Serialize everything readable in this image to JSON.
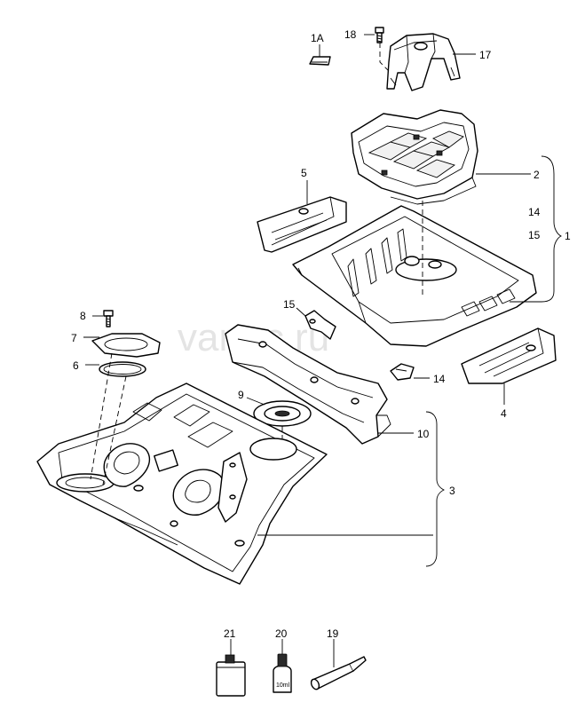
{
  "watermark": "vartec.ru",
  "callouts": {
    "c1A": "1A",
    "c18": "18",
    "c17": "17",
    "c2": "2",
    "c5": "5",
    "c14a": "14",
    "c15a": "15",
    "c1": "1",
    "c15b": "15",
    "c8": "8",
    "c7": "7",
    "c6": "6",
    "c14b": "14",
    "c4": "4",
    "c9": "9",
    "c10": "10",
    "c3": "3",
    "c21": "21",
    "c20": "20",
    "c19": "19"
  },
  "bottle_label": "10ml"
}
